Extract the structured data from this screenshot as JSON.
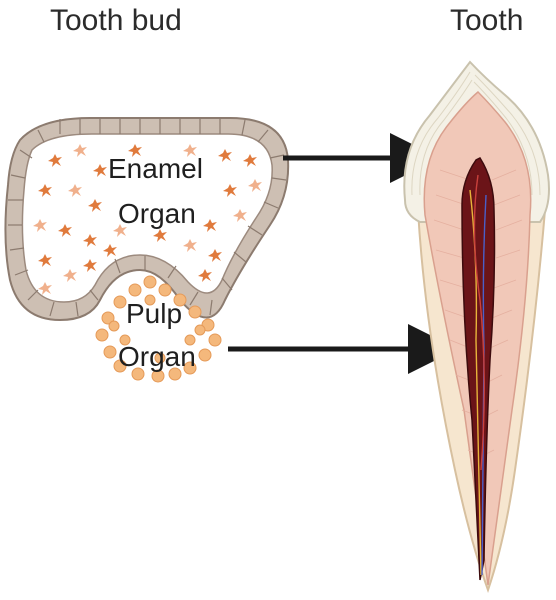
{
  "titles": {
    "left": "Tooth bud",
    "right": "Tooth"
  },
  "labels": {
    "enamel_line1": "Enamel",
    "enamel_line2": "Organ",
    "pulp_line1": "Pulp",
    "pulp_line2": "Organ"
  },
  "colors": {
    "epithelium_fill": "#cdbfb3",
    "epithelium_stroke": "#8c7b6f",
    "cell_dark": "#e07a3c",
    "cell_light": "#f0b08c",
    "pulp_cell": "#f4b87c",
    "arrow": "#1a1a1a",
    "enamel": "#f4f1e6",
    "dentin": "#f1c8b8",
    "pulp": "#6b1418",
    "root": "#f6e6cf"
  }
}
